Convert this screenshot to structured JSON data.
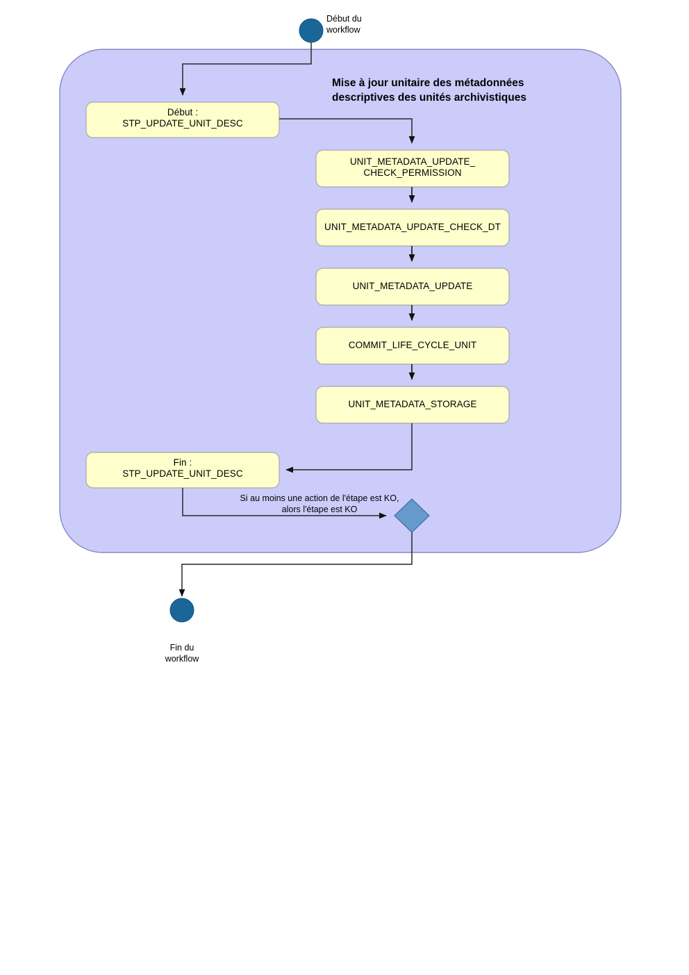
{
  "diagram": {
    "type": "activity-workflow-diagram",
    "language": "fr",
    "frame_title": "Mise à jour unitaire des métadonnées\ndescriptives des unités archivistiques",
    "colors": {
      "frame_fill": "#ccccfa",
      "frame_stroke": "#7d7dbe",
      "task_fill": "#ffffcc",
      "task_stroke": "#a0a0a0",
      "endpoint_fill": "#1a6699",
      "decision_fill": "#6699cc",
      "decision_stroke": "#3d6e9e",
      "connector_stroke": "#262626",
      "text": "#000000",
      "page_background": "#ffffff"
    }
  },
  "start_node": {
    "name": "start-event",
    "label": "Début du\nworkflow"
  },
  "end_node": {
    "name": "end-event",
    "label": "Fin du\nworkflow"
  },
  "decision_node": {
    "name": "ko-decision",
    "label": ""
  },
  "edge_labels": [
    {
      "id": "ko-condition",
      "text": "Si au moins une action de l'étape est KO,\nalors l'étape est KO"
    }
  ],
  "nodes": [
    {
      "id": "stp-start",
      "label": "Début :\nSTP_UPDATE_UNIT_DESC",
      "kind": "step-boundary"
    },
    {
      "id": "check-permission",
      "label": "UNIT_METADATA_UPDATE_\nCHECK_PERMISSION",
      "kind": "action"
    },
    {
      "id": "check-dt",
      "label": "UNIT_METADATA_UPDATE_CHECK_DT",
      "kind": "action"
    },
    {
      "id": "metadata-update",
      "label": "UNIT_METADATA_UPDATE",
      "kind": "action"
    },
    {
      "id": "commit-life-cycle",
      "label": "COMMIT_LIFE_CYCLE_UNIT",
      "kind": "action"
    },
    {
      "id": "metadata-storage",
      "label": "UNIT_METADATA_STORAGE",
      "kind": "action"
    },
    {
      "id": "stp-end",
      "label": "Fin :\nSTP_UPDATE_UNIT_DESC",
      "kind": "step-boundary"
    }
  ]
}
